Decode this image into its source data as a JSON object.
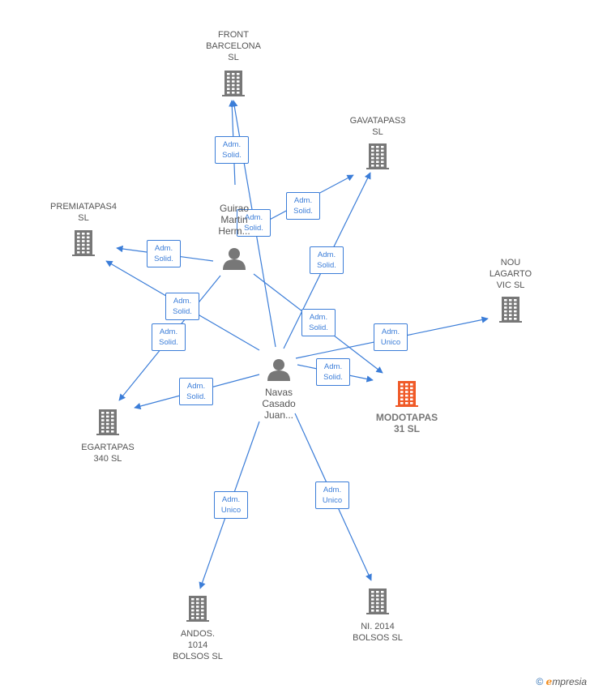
{
  "colors": {
    "edge": "#3b7dd8",
    "company": "#777777",
    "company_highlight": "#f05a28",
    "person": "#777777"
  },
  "companies": [
    {
      "id": "front",
      "label": "FRONT\nBARCELONA\nSL",
      "icon": "building-icon"
    },
    {
      "id": "gavatapas",
      "label": "GAVATAPAS3\nSL",
      "icon": "building-icon"
    },
    {
      "id": "premiatapas",
      "label": "PREMIATAPAS4\nSL",
      "icon": "building-icon"
    },
    {
      "id": "nou",
      "label": "NOU\nLAGARTO\nVIC SL",
      "icon": "building-icon"
    },
    {
      "id": "modotapas",
      "label": "MODOTAPAS\n31  SL",
      "icon": "building-icon",
      "highlight": true
    },
    {
      "id": "egartapas",
      "label": "EGARTAPAS\n340  SL",
      "icon": "building-icon"
    },
    {
      "id": "andos",
      "label": "ANDOS.\n1014\nBOLSOS  SL",
      "icon": "building-icon"
    },
    {
      "id": "ni",
      "label": "NI.  2014\nBOLSOS  SL",
      "icon": "building-icon"
    }
  ],
  "persons": [
    {
      "id": "guirao",
      "label": "Guirao\nMartin\nHerm...",
      "icon": "person-icon"
    },
    {
      "id": "navas",
      "label": "Navas\nCasado\nJuan...",
      "icon": "person-icon"
    }
  ],
  "edges": [
    {
      "from": "guirao",
      "to": "front",
      "label": "Adm.\nSolid."
    },
    {
      "from": "guirao",
      "to": "gavatapas",
      "label": "Adm.\nSolid."
    },
    {
      "from": "guirao",
      "to": "premiatapas",
      "label": "Adm.\nSolid."
    },
    {
      "from": "guirao",
      "to": "modotapas",
      "label": "Adm.\nSolid."
    },
    {
      "from": "guirao",
      "to": "egartapas",
      "label": "Adm.\nSolid."
    },
    {
      "from": "navas",
      "to": "front",
      "label": "Adm.\nSolid."
    },
    {
      "from": "navas",
      "to": "gavatapas",
      "label": "Adm.\nSolid."
    },
    {
      "from": "navas",
      "to": "premiatapas",
      "label": "Adm.\nSolid."
    },
    {
      "from": "navas",
      "to": "nou",
      "label": "Adm.\nUnico"
    },
    {
      "from": "navas",
      "to": "modotapas",
      "label": "Adm.\nSolid."
    },
    {
      "from": "navas",
      "to": "egartapas",
      "label": "Adm.\nSolid."
    },
    {
      "from": "navas",
      "to": "andos",
      "label": "Adm.\nUnico"
    },
    {
      "from": "navas",
      "to": "ni",
      "label": "Adm.\nUnico"
    }
  ],
  "footer": {
    "copyright": "©",
    "brand_first": "e",
    "brand_rest": "mpresia"
  }
}
